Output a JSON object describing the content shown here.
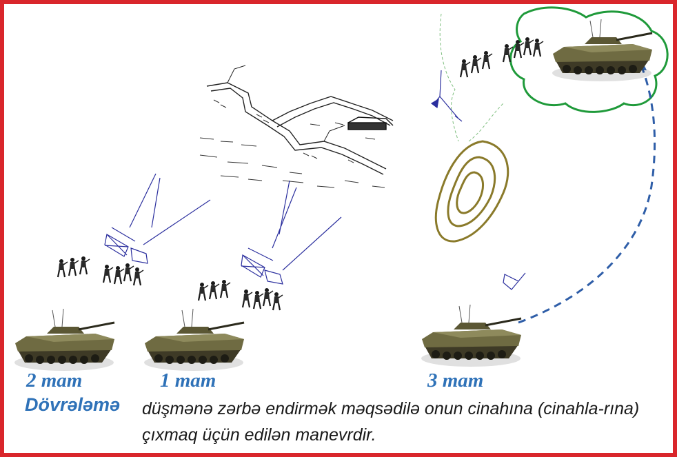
{
  "labels": {
    "unit_2": "2 mam",
    "unit_1": "1 mam",
    "unit_3": "3 mam"
  },
  "caption": {
    "term": "Dövrələmə",
    "definition": "düşmənə zərbə endirmək məqsədilə onun cinahına (cinahla-rına) çıxmaq üçün edilən manevrdir."
  },
  "colors": {
    "frame": "#d9262b",
    "label": "#2f72b8",
    "term": "#2f72b8",
    "maneuver_arrow": "#2f5ea8",
    "tactical_symbols": "#2b2f9e",
    "cover_cloud": "#1f9a3a",
    "hill_contours": "#8a7a2a",
    "vehicle": "#6f6b42"
  },
  "icons": {
    "vehicle": "infantry-fighting-vehicle-icon",
    "squad": "infantry-squad-icon",
    "trench": "enemy-trench-icon"
  }
}
